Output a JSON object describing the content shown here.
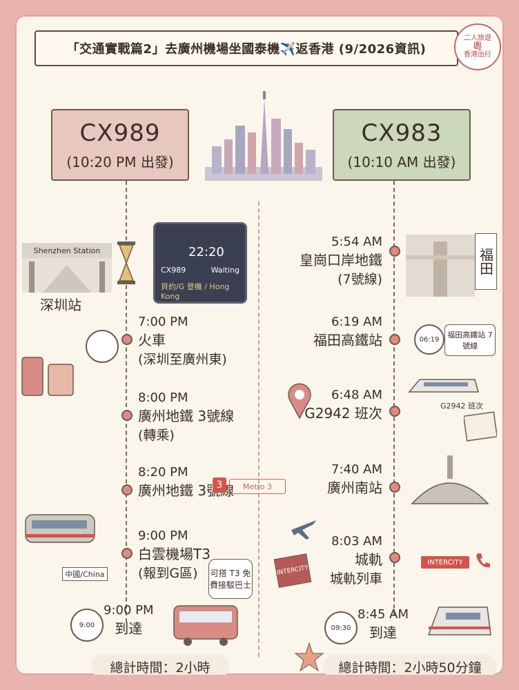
{
  "title": "「交通實戰篇2」去廣州機場坐國泰機✈️返香港 (9/2026資訊)",
  "badge": {
    "line1": "二人旅遊",
    "line2": "粵",
    "line3": "香港出行"
  },
  "left": {
    "flight": "CX989",
    "departure": "(10:20 PM 出發)",
    "station_sign": "Shenzhen Station",
    "station_label": "深圳站",
    "board": {
      "time": "22:20",
      "flight": "CX989",
      "status": "Waiting",
      "dest": "Hong Kong",
      "gate": "貝約/G 登機"
    },
    "events": [
      {
        "time": "7:00 PM",
        "name": "火車",
        "sub": "(深圳至廣州東)"
      },
      {
        "time": "8:00 PM",
        "name": "廣州地鐵 3號線",
        "sub": "(轉乘)"
      },
      {
        "time": "8:20 PM",
        "name": "廣州地鐵 3號線",
        "sub": ""
      },
      {
        "time": "9:00 PM",
        "name": "白雲機場T3",
        "sub": "(報到G區)"
      },
      {
        "time": "9:00 PM",
        "name": "到達",
        "sub": ""
      }
    ],
    "metro_num": "3",
    "metro_tag": "Metro 3",
    "china_flag": "中國/China",
    "bus_note": "可搭 T3 免費接駁巴士",
    "clock_arrive": "9:00",
    "total": "總計時間：2小時"
  },
  "right": {
    "flight": "CX983",
    "departure": "(10:10 AM 出發)",
    "events": [
      {
        "time": "5:54 AM",
        "name": "皇崗口岸地鐵",
        "sub": "(7號線)"
      },
      {
        "time": "6:19 AM",
        "name": "福田高鐵站",
        "sub": ""
      },
      {
        "time": "6:48 AM",
        "name": "G2942 班次",
        "sub": ""
      },
      {
        "time": "7:40 AM",
        "name": "廣州南站",
        "sub": ""
      },
      {
        "time": "8:03 AM",
        "name": "城軌",
        "sub": "城軌列車"
      },
      {
        "time": "8:45 AM",
        "name": "到達",
        "sub": ""
      }
    ],
    "futian_sign": "福田",
    "futian_note": "福田高鐵站 7號線",
    "clock_619": "06:19",
    "g2942": "G2942 班次",
    "intercity": "INTERCITY",
    "clock_arrive": "09:30",
    "total": "總計時間：2小時50分鐘"
  }
}
